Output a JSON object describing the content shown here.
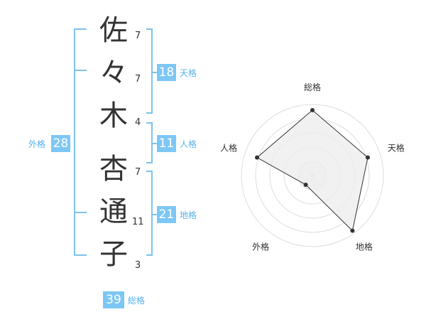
{
  "name": {
    "chars": [
      {
        "char": "佐",
        "strokes": "7"
      },
      {
        "char": "々",
        "strokes": "7"
      },
      {
        "char": "木",
        "strokes": "4"
      },
      {
        "char": "杏",
        "strokes": "7"
      },
      {
        "char": "通",
        "strokes": "11"
      },
      {
        "char": "子",
        "strokes": "3"
      }
    ]
  },
  "kakusu": {
    "tenkaku": {
      "value": "18",
      "label": "天格"
    },
    "jinkaku": {
      "value": "11",
      "label": "人格"
    },
    "chikaku": {
      "value": "21",
      "label": "地格"
    },
    "gaikaku": {
      "value": "28",
      "label": "外格"
    },
    "soukaku": {
      "value": "39",
      "label": "総格"
    }
  },
  "chart_data": {
    "type": "radar",
    "axes": [
      "総格",
      "天格",
      "地格",
      "外格",
      "人格"
    ],
    "values": [
      0.92,
      0.82,
      0.96,
      0.16,
      0.82
    ],
    "range": [
      0,
      1
    ],
    "rings": 5
  },
  "colors": {
    "accent": "#7dc7f4",
    "accent_text": "#56b2ec",
    "bracket": "#7dc2ee",
    "radar_fill": "#eeeeee",
    "radar_line": "#333333",
    "ring": "#dddddd"
  }
}
